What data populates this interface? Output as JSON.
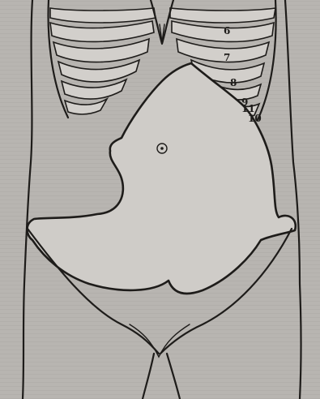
{
  "figure": {
    "rib_labels": [
      "6",
      "7",
      "8",
      "9",
      "10"
    ],
    "rib_label_extra": "11",
    "colors": {
      "paper": "#b8b5b1",
      "ink": "#1e1c1a",
      "fill": "#cfccc8"
    }
  }
}
